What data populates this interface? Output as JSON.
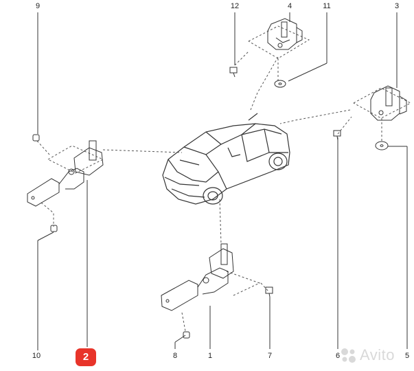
{
  "callouts": [
    {
      "id": "c9",
      "label": "9"
    },
    {
      "id": "c12",
      "label": "12"
    },
    {
      "id": "c4",
      "label": "4"
    },
    {
      "id": "c11",
      "label": "11"
    },
    {
      "id": "c3",
      "label": "3"
    },
    {
      "id": "c10",
      "label": "10"
    },
    {
      "id": "c8",
      "label": "8"
    },
    {
      "id": "c1",
      "label": "1"
    },
    {
      "id": "c7",
      "label": "7"
    },
    {
      "id": "c6",
      "label": "6"
    },
    {
      "id": "c5",
      "label": "5"
    }
  ],
  "highlighted_callout": {
    "label": "2",
    "color": "#e8342a"
  },
  "watermark": {
    "text": "Avito"
  },
  "colors": {
    "line": "#333333",
    "dashed": "#555555",
    "badge": "#e8342a",
    "watermark": "#d9d9d9"
  }
}
